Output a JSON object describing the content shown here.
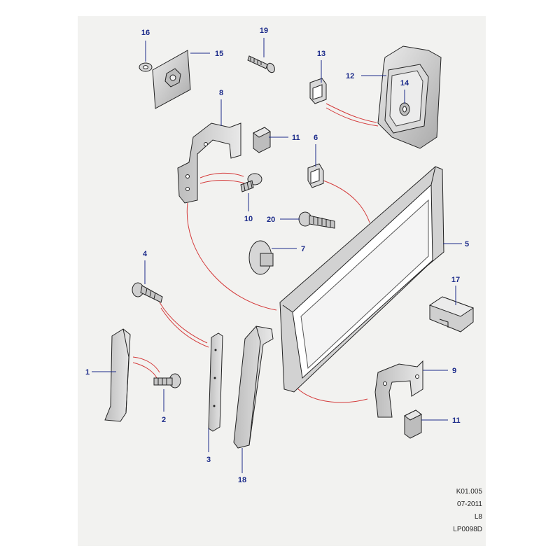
{
  "diagram": {
    "callouts": [
      {
        "id": "c16",
        "label": "16"
      },
      {
        "id": "c15",
        "label": "15"
      },
      {
        "id": "c19",
        "label": "19"
      },
      {
        "id": "c13",
        "label": "13"
      },
      {
        "id": "c12",
        "label": "12"
      },
      {
        "id": "c14",
        "label": "14"
      },
      {
        "id": "c8",
        "label": "8"
      },
      {
        "id": "c11a",
        "label": "11"
      },
      {
        "id": "c6",
        "label": "6"
      },
      {
        "id": "c10",
        "label": "10"
      },
      {
        "id": "c20",
        "label": "20"
      },
      {
        "id": "c5",
        "label": "5"
      },
      {
        "id": "c7",
        "label": "7"
      },
      {
        "id": "c4",
        "label": "4"
      },
      {
        "id": "c17",
        "label": "17"
      },
      {
        "id": "c9",
        "label": "9"
      },
      {
        "id": "c1",
        "label": "1"
      },
      {
        "id": "c2",
        "label": "2"
      },
      {
        "id": "c11b",
        "label": "11"
      },
      {
        "id": "c3",
        "label": "3"
      },
      {
        "id": "c18",
        "label": "18"
      }
    ],
    "reference": {
      "code": "K01.005",
      "date": "07-2011",
      "sheet": "L8",
      "drawing": "LP0098D"
    },
    "colors": {
      "callout_text": "#1c2b8a",
      "leader_line": "#1c2b8a",
      "connector_line": "#d43a3a",
      "part_fill": "#cfcfcf",
      "part_stroke": "#222222",
      "background": "#f2f2f0"
    }
  }
}
